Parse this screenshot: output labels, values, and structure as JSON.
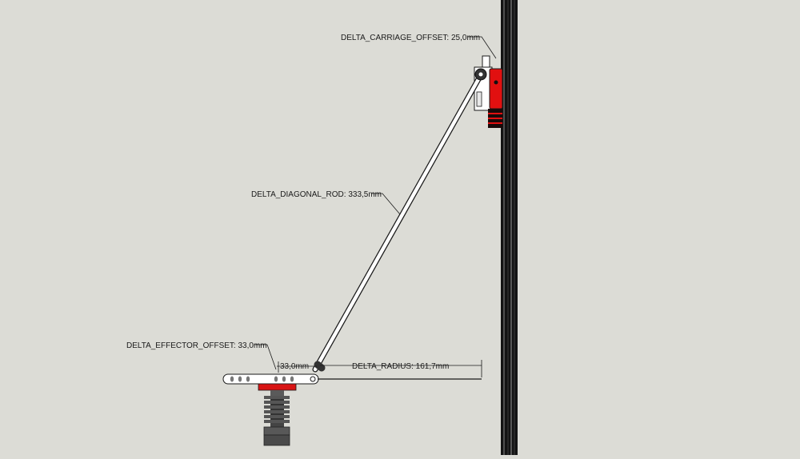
{
  "annotations": {
    "carriage_offset": "DELTA_CARRIAGE_OFFSET: 25,0mm",
    "diagonal_rod": "DELTA_DIAGONAL_ROD: 333,5mm",
    "effector_offset": "DELTA_EFFECTOR_OFFSET: 33,0mm",
    "effector_dim": "33,0mm",
    "radius": "DELTA_RADIUS: 161,7mm"
  },
  "colors": {
    "background": "#dcdcd6",
    "rail": "#141414",
    "carriage_red": "#e11010",
    "effector_red": "#d81414",
    "hotend": "#555555",
    "line": "#1a1a1a"
  }
}
